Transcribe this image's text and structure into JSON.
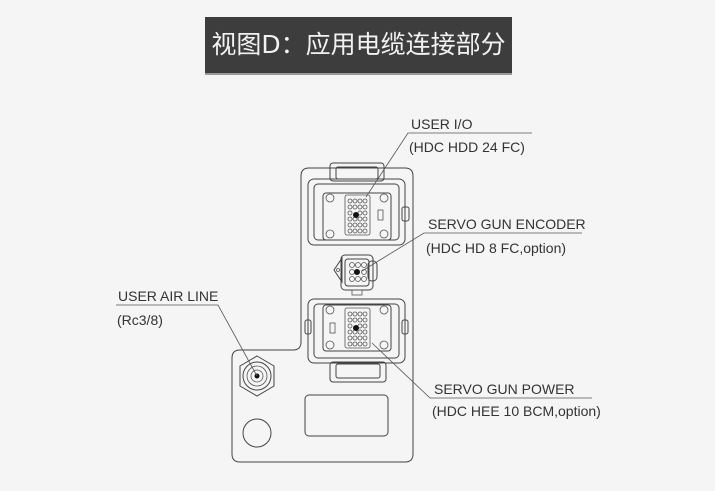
{
  "title": "视图D：应用电缆连接部分",
  "labels": {
    "user_io": {
      "name": "USER I/O",
      "spec": "(HDC HDD 24 FC)"
    },
    "servo_gun_encoder": {
      "name": "SERVO GUN ENCODER",
      "spec": "(HDC HD 8 FC,option)"
    },
    "user_air_line": {
      "name": "USER AIR LINE",
      "spec": "(Rc3/8)"
    },
    "servo_gun_power": {
      "name": "SERVO GUN POWER",
      "spec": "(HDC HEE 10 BCM,option)"
    }
  }
}
